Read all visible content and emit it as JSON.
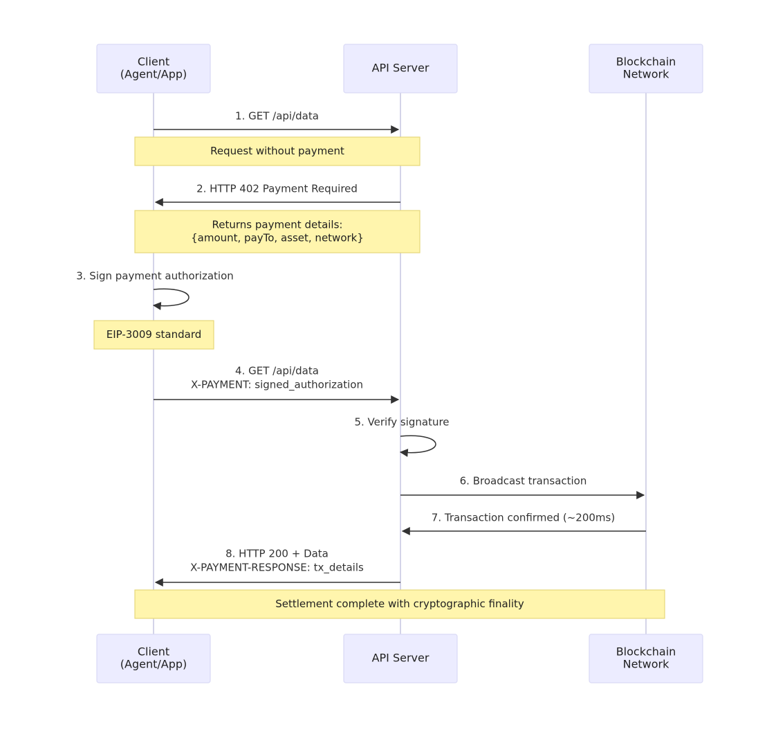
{
  "diagram": {
    "participants": [
      {
        "id": "client",
        "lines": [
          "Client",
          "(Agent/App)"
        ]
      },
      {
        "id": "api",
        "lines": [
          "API Server"
        ]
      },
      {
        "id": "chain",
        "lines": [
          "Blockchain",
          "Network"
        ]
      }
    ],
    "messages": [
      {
        "from": "client",
        "to": "api",
        "lines": [
          "1. GET /api/data"
        ]
      },
      {
        "from": "api",
        "to": "client",
        "lines": [
          "2. HTTP 402 Payment Required"
        ]
      },
      {
        "from": "client",
        "to": "client",
        "lines": [
          "3. Sign payment authorization"
        ]
      },
      {
        "from": "client",
        "to": "api",
        "lines": [
          "4. GET /api/data",
          "X-PAYMENT: signed_authorization"
        ]
      },
      {
        "from": "api",
        "to": "api",
        "lines": [
          "5. Verify signature"
        ]
      },
      {
        "from": "api",
        "to": "chain",
        "lines": [
          "6. Broadcast transaction"
        ]
      },
      {
        "from": "chain",
        "to": "api",
        "lines": [
          "7. Transaction confirmed (~200ms)"
        ]
      },
      {
        "from": "api",
        "to": "client",
        "lines": [
          "8. HTTP 200 + Data",
          "X-PAYMENT-RESPONSE: tx_details"
        ]
      }
    ],
    "notes": [
      {
        "over": [
          "client",
          "api"
        ],
        "lines": [
          "Request without payment"
        ]
      },
      {
        "over": [
          "client",
          "api"
        ],
        "lines": [
          "Returns payment details:",
          "{amount, payTo, asset, network}"
        ]
      },
      {
        "over": [
          "client"
        ],
        "lines": [
          "EIP-3009 standard"
        ]
      },
      {
        "over": [
          "client",
          "chain"
        ],
        "lines": [
          "Settlement complete with cryptographic finality"
        ]
      }
    ]
  }
}
